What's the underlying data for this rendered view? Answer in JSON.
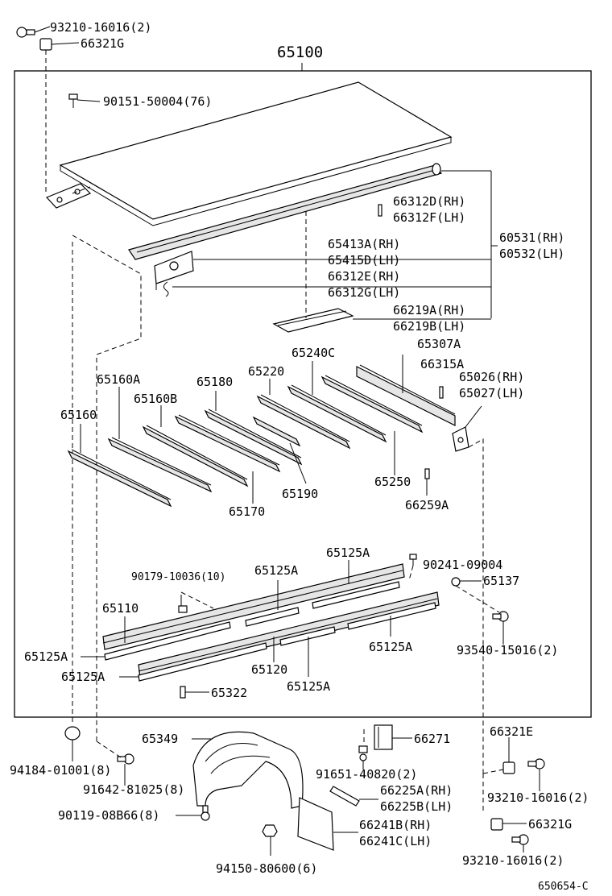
{
  "assembly_label": "65100",
  "drawing_id": "650654-C",
  "labels": {
    "p93210_16016_top": "93210-16016(2)",
    "p66321G_top": "66321G",
    "p90151": "90151-50004(76)",
    "p66312D": "66312D(RH)",
    "p66312F": "66312F(LH)",
    "p60531": "60531(RH)",
    "p60532": "60532(LH)",
    "p65413A": "65413A(RH)",
    "p65415D": "65415D(LH)",
    "p66312E": "66312E(RH)",
    "p66312G": "66312G(LH)",
    "p66219A": "66219A(RH)",
    "p66219B": "66219B(LH)",
    "p65307A": "65307A",
    "p65240C": "65240C",
    "p66315A": "66315A",
    "p65026": "65026(RH)",
    "p65027": "65027(LH)",
    "p65220": "65220",
    "p65180": "65180",
    "p65160A": "65160A",
    "p65160B": "65160B",
    "p65160": "65160",
    "p65190": "65190",
    "p65250": "65250",
    "p65170": "65170",
    "p66259A": "66259A",
    "p65125A_a": "65125A",
    "p90241": "90241-09004",
    "p90179": "90179-10036(10)",
    "p65125A_b": "65125A",
    "p65137": "65137",
    "p65110": "65110",
    "p93540": "93540-15016(2)",
    "p65125A_c": "65125A",
    "p65125A_d": "65125A",
    "p65120": "65120",
    "p65125A_e": "65125A",
    "p65125A_f": "65125A",
    "p65322": "65322",
    "p66321E": "66321E",
    "p65349": "65349",
    "p66271": "66271",
    "p94184": "94184-01001(8)",
    "p91642": "91642-81025(8)",
    "p91651": "91651-40820(2)",
    "p66225A": "66225A(RH)",
    "p66225B": "66225B(LH)",
    "p93210_16016_mid": "93210-16016(2)",
    "p90119": "90119-08B66(8)",
    "p66241B": "66241B(RH)",
    "p66241C": "66241C(LH)",
    "p66321G_bot": "66321G",
    "p94150": "94150-80600(6)",
    "p93210_16016_bot": "93210-16016(2)"
  }
}
